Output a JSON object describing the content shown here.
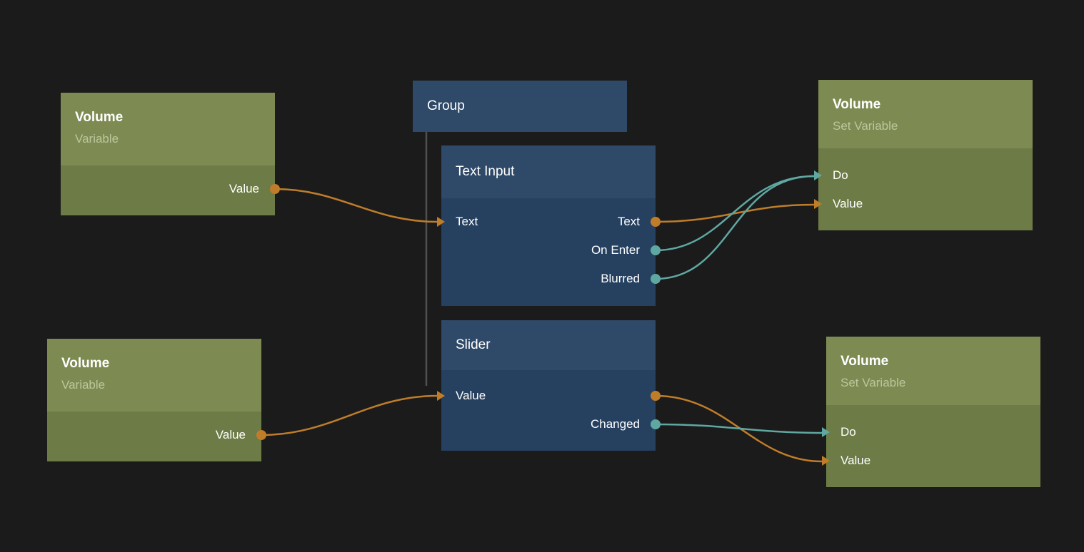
{
  "editor": {
    "background": "#1b1b1b"
  },
  "colors": {
    "wire_orange": "#bf7d2a",
    "wire_teal": "#5fa8a2",
    "node_green_header": "#7d8b53",
    "node_green_body": "#6d7b46",
    "node_blue_header": "#2f4a68",
    "node_blue_body": "#264160",
    "subtitle_text": "#bcc69c",
    "group_line": "#4f4f4f"
  },
  "nodes": [
    {
      "title": "Volume",
      "subtitle": "Variable",
      "outputs": [
        {
          "label": "Value",
          "color": "orange"
        }
      ]
    },
    {
      "title": "Volume",
      "subtitle": "Variable",
      "outputs": [
        {
          "label": "Value",
          "color": "orange"
        }
      ]
    },
    {
      "title": "Group"
    },
    {
      "title": "Text Input",
      "inputs": [
        {
          "label": "Text",
          "color": "orange"
        }
      ],
      "outputs": [
        {
          "label": "Text",
          "color": "orange"
        },
        {
          "label": "On Enter",
          "color": "teal"
        },
        {
          "label": "Blurred",
          "color": "teal"
        }
      ]
    },
    {
      "title": "Slider",
      "inputs": [
        {
          "label": "Value",
          "color": "orange"
        }
      ],
      "outputs": [
        {
          "label": "",
          "color": "orange"
        },
        {
          "label": "Changed",
          "color": "teal"
        }
      ]
    },
    {
      "title": "Volume",
      "subtitle": "Set Variable",
      "inputs": [
        {
          "label": "Do",
          "color": "teal"
        },
        {
          "label": "Value",
          "color": "orange"
        }
      ]
    },
    {
      "title": "Volume",
      "subtitle": "Set Variable",
      "inputs": [
        {
          "label": "Do",
          "color": "teal"
        },
        {
          "label": "Value",
          "color": "orange"
        }
      ]
    }
  ],
  "connections": [
    {
      "from": "Volume Variable (top).Value",
      "to": "Text Input.Text",
      "color": "orange"
    },
    {
      "from": "Text Input.Text",
      "to": "Volume Set Variable (top).Value",
      "color": "orange"
    },
    {
      "from": "Text Input.On Enter",
      "to": "Volume Set Variable (top).Do",
      "color": "teal"
    },
    {
      "from": "Text Input.Blurred",
      "to": "Volume Set Variable (top).Do",
      "color": "teal"
    },
    {
      "from": "Volume Variable (bottom).Value",
      "to": "Slider.Value",
      "color": "orange"
    },
    {
      "from": "Slider.Value",
      "to": "Volume Set Variable (bottom).Value",
      "color": "orange"
    },
    {
      "from": "Slider.Changed",
      "to": "Volume Set Variable (bottom).Do",
      "color": "teal"
    }
  ]
}
